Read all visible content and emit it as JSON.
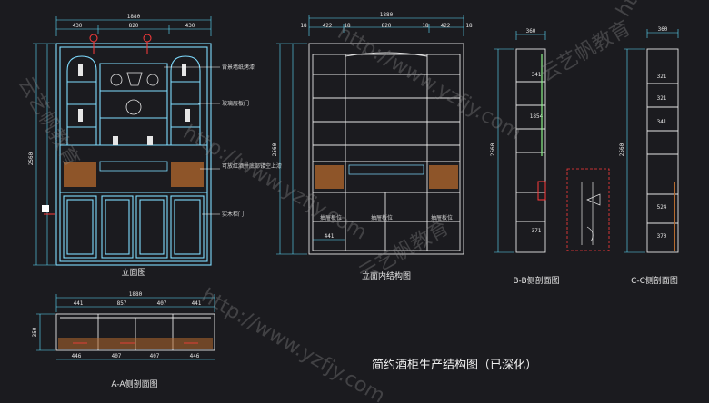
{
  "title": "简约酒柜生产结构图（已深化）",
  "views": {
    "front": {
      "label": "立面图",
      "total_width": "1880",
      "top_dims": [
        "430",
        "820",
        "430"
      ],
      "height": "2560",
      "notes": [
        "背景墙纸烤漆",
        "玻璃层板门",
        "可放红酒并底部镂空上漆",
        "实木柜门"
      ]
    },
    "structure": {
      "label": "立面内结构图",
      "total_width": "1880",
      "top_dims": [
        "18",
        "422",
        "18",
        "820",
        "18",
        "422",
        "18"
      ],
      "height": "2560",
      "bottom_dim": "441",
      "shelf_labels": [
        "抽屉板位",
        "抽屉板位",
        "抽屉板位"
      ]
    },
    "section_b": {
      "label": "B-B侧剖面图",
      "width": "360",
      "height": "2560",
      "dims": [
        "341",
        "1854",
        "371"
      ]
    },
    "section_c": {
      "label": "C-C侧剖面图",
      "width": "360",
      "height": "2560",
      "dims": [
        "321",
        "321",
        "341",
        "524",
        "370"
      ]
    },
    "section_a": {
      "label": "A-A侧剖面图",
      "total_width": "1880",
      "top_dims": [
        "441",
        "857",
        "407",
        "441"
      ],
      "bottom_dims": [
        "446",
        "407",
        "407",
        "446"
      ],
      "depth": "350"
    }
  },
  "watermark": {
    "brand": "云艺帆教育",
    "url": "http://www.yzfjy.com"
  },
  "colors": {
    "background": "#1b1b1f",
    "line": "#e6e6e6",
    "dimension": "#5fe0ff",
    "cabinet": "#7fdcff",
    "accent": "#ff3b3b",
    "wood": "#b56a2e",
    "leader": "#ffffff",
    "glass": "#8ef58b"
  }
}
